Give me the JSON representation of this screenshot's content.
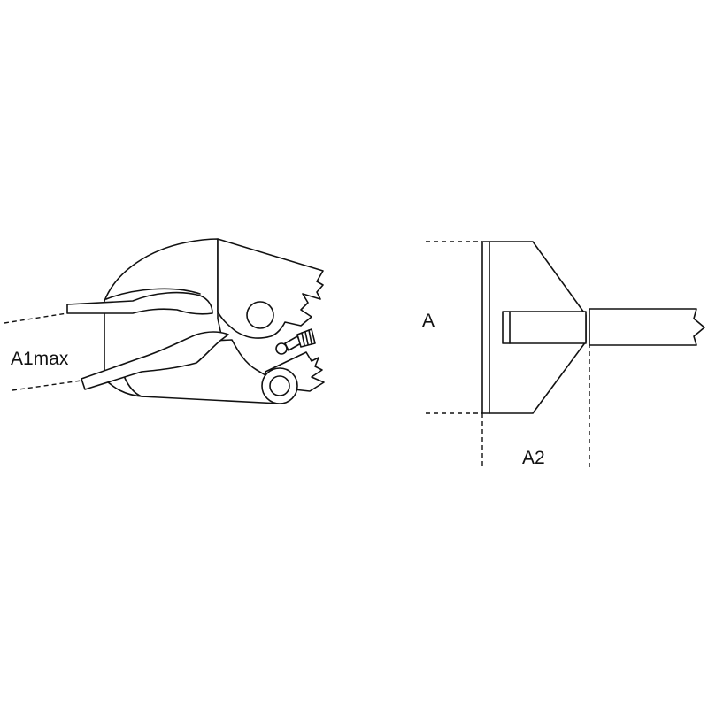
{
  "labels": {
    "a1max": "A1max",
    "a": "A",
    "a2": "A2"
  },
  "colors": {
    "line": "#111111",
    "background": "#ffffff"
  }
}
